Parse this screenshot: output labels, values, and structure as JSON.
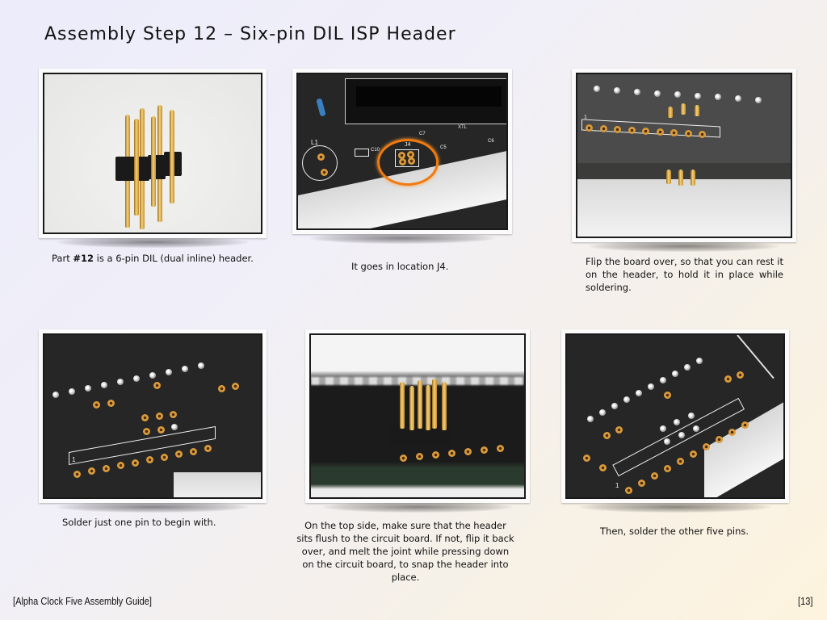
{
  "page": {
    "title": "Assembly Step 12 – Six-pin DIL ISP Header",
    "footer_left": "[Alpha Clock Five Assembly Guide]",
    "footer_right": "[13]"
  },
  "steps": [
    {
      "photo": "six-pin-header-photo",
      "caption_prefix": "Part ",
      "caption_bold": "#12",
      "caption_suffix": " is a 6-pin DIL (dual inline) header."
    },
    {
      "photo": "pcb-location-j4-photo",
      "caption": "It goes in location J4.",
      "silk_labels": [
        "L1",
        "J4",
        "C10",
        "C7",
        "XTL",
        "C5",
        "C6"
      ]
    },
    {
      "photo": "board-flipped-photo",
      "caption": "Flip the board over, so that you can rest it on the header, to hold it in place while soldering.",
      "silk_labels": [
        "1"
      ]
    },
    {
      "photo": "one-pin-soldered-photo",
      "caption": "Solder just one pin to begin with.",
      "silk_labels": [
        "1"
      ]
    },
    {
      "photo": "header-flush-photo",
      "caption": "On the top side, make sure that the header sits flush to the circuit board.  If not, flip it back over, and melt the joint while pressing down on the circuit board, to snap the header into place."
    },
    {
      "photo": "all-pins-soldered-photo",
      "caption": "Then, solder the other five pins.",
      "silk_labels": [
        "1"
      ]
    }
  ],
  "colors": {
    "highlight_ring": "#f07a10",
    "pcb_black": "#262626",
    "gold": "#d99a3c"
  }
}
